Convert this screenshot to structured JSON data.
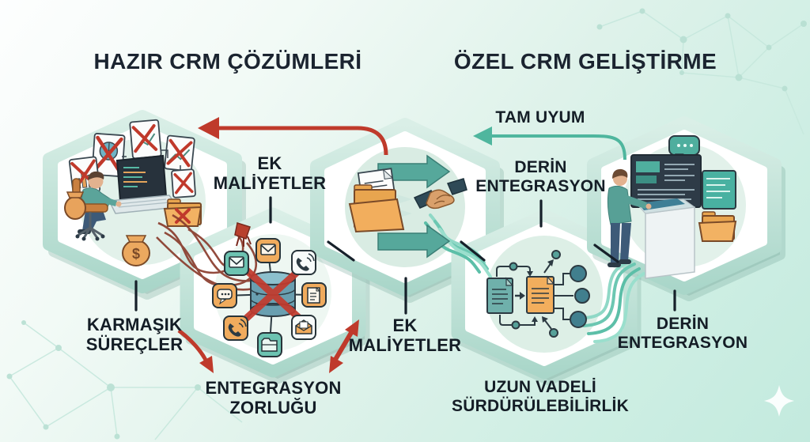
{
  "header": {
    "left_title": "HAZIR CRM ÇÖZÜMLERİ",
    "right_title": "ÖZEL CRM GELİŞTİRME"
  },
  "flow_labels": {
    "tam_uyum": "TAM UYUM"
  },
  "nodes": {
    "complex_processes": {
      "caption": "KARMAŞIK\nSÜREÇLER"
    },
    "integration_difficulty": {
      "caption_top": "EK\nMALİYETLER",
      "caption_bottom": "ENTEGRASYON\nZORLUĞU"
    },
    "handover": {
      "caption_bottom": "EK\nMALİYETLER"
    },
    "document_network": {
      "caption_top": "DERİN\nENTEGRASYON",
      "caption_bottom": "UZUN VADELİ\nSÜRDÜRÜLEBİLİRLİK"
    },
    "custom_dashboard": {
      "caption": "DERİN\nENTEGRASYON"
    }
  },
  "glyphs": {
    "money_symbol": "$"
  },
  "icons": {
    "hex1": [
      "rejected-chart-card-icon",
      "laptop-code-icon",
      "money-bag-icon",
      "folder-error-icon",
      "office-chair-icon",
      "tangled-wires-icon"
    ],
    "hex2_center": "database-blocked-icon",
    "hex2_ring": [
      "mail-icon",
      "phone-icon",
      "document-icon",
      "mail-open-icon",
      "folder-icon",
      "phone-call-icon",
      "chat-icon",
      "mail-teal-icon"
    ],
    "hex3": [
      "folder-document-icon",
      "transfer-arrow-icon",
      "handshake-icon"
    ],
    "hex4": [
      "source-document-icon",
      "converted-document-icon",
      "network-node-icon"
    ],
    "hex5": [
      "dashboard-monitor-icon",
      "side-screen-icon",
      "chat-bubble-icon",
      "folder-icon",
      "terminal-desk-icon"
    ]
  },
  "colors": {
    "negative_arrow": "#bf3a2b",
    "positive_arrow": "#4fb69e",
    "hex_border": "#c2e2d7",
    "text": "#141d26",
    "accent_orange": "#f0ab5d",
    "accent_teal": "#58ad9f",
    "wire_red": "#8a3c2d"
  }
}
